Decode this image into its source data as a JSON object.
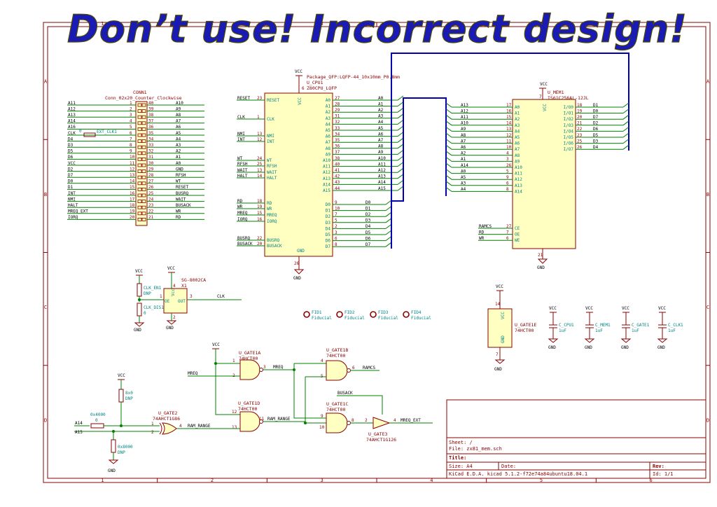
{
  "title_warning": "Don’t use! Incorrect design!",
  "border": {
    "cols": [
      "1",
      "2",
      "3",
      "4",
      "5",
      "6"
    ],
    "rows": [
      "A",
      "B",
      "C",
      "D"
    ]
  },
  "title_block": {
    "sheet": "Sheet: /",
    "file": "File: zx81_mem.sch",
    "title": "Title:",
    "size": "Size: A4",
    "date": "Date:",
    "rev": "Rev:",
    "kicad": "KiCad E.D.A.  kicad 5.1.2-f72e74a84ubuntu18.04.1",
    "id": "Id: 1/1"
  },
  "cpu": {
    "ref": "U_CPU1",
    "value": "Z80CPU_LQFP",
    "footprint": "Package_QFP:LQFP-44_10x10mm_P0.8mm",
    "vcc": "VCC",
    "gnd": "GND",
    "left_pins": [
      {
        "net": "RESET",
        "num": "23",
        "name": "RESET"
      },
      {
        "net": "CLK",
        "num": "1",
        "name": "CLK"
      },
      {
        "net": "NMI",
        "num": "13",
        "name": "NMI"
      },
      {
        "net": "INT",
        "num": "12",
        "name": "INT"
      },
      {
        "net": "WT",
        "num": "24",
        "name": "WT"
      },
      {
        "net": "RFSH",
        "num": "25",
        "name": "RFSH"
      },
      {
        "net": "WAIT",
        "num": "13",
        "name": "WAIT"
      },
      {
        "net": "HALT",
        "num": "14",
        "name": "HALT"
      },
      {
        "net": "RD",
        "num": "18",
        "name": "RD"
      },
      {
        "net": "WR",
        "num": "19",
        "name": "WR"
      },
      {
        "net": "MREQ",
        "num": "15",
        "name": "MREQ"
      },
      {
        "net": "IORQ",
        "num": "16",
        "name": "IORQ"
      },
      {
        "net": "BUSRQ",
        "num": "22",
        "name": "BUSRQ"
      },
      {
        "net": "BUSACK",
        "num": "20",
        "name": "BUSACK"
      }
    ],
    "addr_pins": [
      {
        "name": "A0",
        "num": "27",
        "net": "A0"
      },
      {
        "name": "A1",
        "num": "28",
        "net": "A1"
      },
      {
        "name": "A2",
        "num": "29",
        "net": "A2"
      },
      {
        "name": "A3",
        "num": "31",
        "net": "A3"
      },
      {
        "name": "A4",
        "num": "32",
        "net": "A4"
      },
      {
        "name": "A5",
        "num": "33",
        "net": "A5"
      },
      {
        "name": "A6",
        "num": "34",
        "net": "A6"
      },
      {
        "name": "A7",
        "num": "35",
        "net": "A7"
      },
      {
        "name": "A8",
        "num": "36",
        "net": "A8"
      },
      {
        "name": "A9",
        "num": "37",
        "net": "A9"
      },
      {
        "name": "A10",
        "num": "38",
        "net": "A10"
      },
      {
        "name": "A11",
        "num": "40",
        "net": "A11"
      },
      {
        "name": "A12",
        "num": "41",
        "net": "A12"
      },
      {
        "name": "A13",
        "num": "42",
        "net": "A13"
      },
      {
        "name": "A14",
        "num": "43",
        "net": "A14"
      },
      {
        "name": "A15",
        "num": "44",
        "net": "A15"
      }
    ],
    "data_pins": [
      {
        "name": "D0",
        "num": "9",
        "net": "D0"
      },
      {
        "name": "D1",
        "num": "10",
        "net": "D1"
      },
      {
        "name": "D2",
        "num": "7",
        "net": "D2"
      },
      {
        "name": "D3",
        "num": "5",
        "net": "D3"
      },
      {
        "name": "D4",
        "num": "2",
        "net": "D4"
      },
      {
        "name": "D5",
        "num": "3",
        "net": "D5"
      },
      {
        "name": "D6",
        "num": "6",
        "net": "D6"
      },
      {
        "name": "D7",
        "num": "8",
        "net": "D7"
      }
    ],
    "vcc_pin": "6",
    "gnd_pin": "26"
  },
  "mem": {
    "ref": "U_MEM1",
    "value": "IS61C256AL-12JL",
    "vcc": "VCC",
    "gnd": "GND",
    "addr_pins": [
      {
        "net": "A13",
        "num": "17",
        "name": "A0"
      },
      {
        "net": "A12",
        "num": "16",
        "name": "A1"
      },
      {
        "net": "A11",
        "num": "15",
        "name": "A2"
      },
      {
        "net": "A10",
        "num": "14",
        "name": "A3"
      },
      {
        "net": "A9",
        "num": "13",
        "name": "A4"
      },
      {
        "net": "A8",
        "num": "12",
        "name": "A5"
      },
      {
        "net": "A7",
        "num": "11",
        "name": "A6"
      },
      {
        "net": "A6",
        "num": "10",
        "name": "A7"
      },
      {
        "net": "A2",
        "num": "4",
        "name": "A8"
      },
      {
        "net": "A1",
        "num": "3",
        "name": "A9"
      },
      {
        "net": "A14",
        "num": "26",
        "name": "A10"
      },
      {
        "net": "A0",
        "num": "5",
        "name": "A11"
      },
      {
        "net": "A5",
        "num": "9",
        "name": "A12"
      },
      {
        "net": "A3",
        "num": "6",
        "name": "A13"
      },
      {
        "net": "A4",
        "num": "8",
        "name": "A14"
      }
    ],
    "ctrl_pins": [
      {
        "net": "RAMCS",
        "num": "27",
        "name": "CE"
      },
      {
        "net": "RD",
        "num": "7",
        "name": "OE"
      },
      {
        "net": "WR",
        "num": "6",
        "name": "WE"
      }
    ],
    "io_pins": [
      {
        "name": "I/O0",
        "num": "18",
        "net": "D1"
      },
      {
        "name": "I/O1",
        "num": "19",
        "net": "D0"
      },
      {
        "name": "I/O2",
        "num": "20",
        "net": "D7"
      },
      {
        "name": "I/O3",
        "num": "21",
        "net": "D2"
      },
      {
        "name": "I/O4",
        "num": "22",
        "net": "D6"
      },
      {
        "name": "I/O5",
        "num": "23",
        "net": "D5"
      },
      {
        "name": "I/O6",
        "num": "25",
        "net": "D3"
      },
      {
        "name": "I/O7",
        "num": "26",
        "net": "D4"
      }
    ],
    "vcc_pin": "7",
    "gnd_pin": "21"
  },
  "conn": {
    "ref": "CONN1",
    "value": "Conn_02x20_Counter_Clockwise",
    "left": [
      {
        "net": "A11",
        "num": "1"
      },
      {
        "net": "A12",
        "num": "2"
      },
      {
        "net": "A13",
        "num": "3"
      },
      {
        "net": "A14",
        "num": "4"
      },
      {
        "net": "A16",
        "num": "5"
      },
      {
        "net": "CLK",
        "num": "6"
      },
      {
        "net": "D4",
        "num": "7"
      },
      {
        "net": "D3",
        "num": "8"
      },
      {
        "net": "D5",
        "num": "9"
      },
      {
        "net": "D6",
        "num": "10"
      },
      {
        "net": "VCC",
        "num": "11"
      },
      {
        "net": "D2",
        "num": "12"
      },
      {
        "net": "D7",
        "num": "13"
      },
      {
        "net": "D0",
        "num": "14"
      },
      {
        "net": "D1",
        "num": "15"
      },
      {
        "net": "INT",
        "num": "16"
      },
      {
        "net": "NMI",
        "num": "17"
      },
      {
        "net": "HALT",
        "num": "18"
      },
      {
        "net": "MREQ_EXT",
        "num": "19"
      },
      {
        "net": "IORQ",
        "num": "20"
      }
    ],
    "right": [
      {
        "num": "40",
        "net": "A10"
      },
      {
        "num": "39",
        "net": "A9"
      },
      {
        "num": "38",
        "net": "A8"
      },
      {
        "num": "37",
        "net": "A7"
      },
      {
        "num": "36",
        "net": "A6"
      },
      {
        "num": "35",
        "net": "A5"
      },
      {
        "num": "34",
        "net": "A4"
      },
      {
        "num": "33",
        "net": "A3"
      },
      {
        "num": "32",
        "net": "A2"
      },
      {
        "num": "31",
        "net": "A1"
      },
      {
        "num": "30",
        "net": "A0"
      },
      {
        "num": "29",
        "net": "GND"
      },
      {
        "num": "28",
        "net": "RFSH"
      },
      {
        "num": "27",
        "net": "WT"
      },
      {
        "num": "26",
        "net": "RESET"
      },
      {
        "num": "25",
        "net": "BUSRQ"
      },
      {
        "num": "24",
        "net": "WAIT"
      },
      {
        "num": "23",
        "net": "BUSACK"
      },
      {
        "num": "22",
        "net": "WR"
      },
      {
        "num": "21",
        "net": "RD"
      }
    ],
    "ext_clk_ref": "EXT_CLK1",
    "ext_clk_val": "0"
  },
  "osc": {
    "ref": "X1",
    "value": "SG-8002CA",
    "pin_oe": "OE",
    "pin_out": "OUT",
    "pin_vcc": "Vcc",
    "n1": "1",
    "n3": "3",
    "n4": "4",
    "n2": "2",
    "out_net": "CLK",
    "r1_ref": "CLK_EN1",
    "r1_val": "DNP",
    "r2_ref": "CLK_DIS1",
    "r2_val": "0"
  },
  "fiducials": [
    {
      "ref": "FID1",
      "val": "Fiducial"
    },
    {
      "ref": "FID2",
      "val": "Fiducial"
    },
    {
      "ref": "FID3",
      "val": "Fiducial"
    },
    {
      "ref": "FID4",
      "val": "Fiducial"
    }
  ],
  "gate_power": {
    "ref": "U_GATE1E",
    "value": "74HCT00",
    "vcc_pin": "14",
    "gnd_pin": "7",
    "vcc_name": "VCC",
    "gnd_name": "GND"
  },
  "caps": [
    {
      "ref": "C_CPU1",
      "val": "1uF"
    },
    {
      "ref": "C_MEM1",
      "val": "1uF"
    },
    {
      "ref": "C_GATE1",
      "val": "1uF"
    },
    {
      "ref": "C_CLK1",
      "val": "1uF"
    }
  ],
  "gates": {
    "a": {
      "ref": "U_GATE1A",
      "value": "74HCT00",
      "in1": "1",
      "in2": "2",
      "out": "3",
      "in1_net": "",
      "in2_net": "MREQ",
      "out_net": "MREQ"
    },
    "b": {
      "ref": "U_GATE1B",
      "value": "74HCT00",
      "in1": "4",
      "in2": "5",
      "out": "6",
      "out_net": "RAMCS"
    },
    "c": {
      "ref": "U_GATE1C",
      "value": "74HCT00",
      "in1": "9",
      "in2": "10",
      "out": "8",
      "in1_net": "BUSACK"
    },
    "d": {
      "ref": "U_GATE1D",
      "value": "74HCT00",
      "in1": "12",
      "in2": "13",
      "out": "11",
      "out_net": "RAM_RANGE"
    },
    "or": {
      "ref": "U_GATE2",
      "value": "74AHCT1G86",
      "in1": "1",
      "in2": "2",
      "out": "4",
      "out_net": "RAM_RANGE"
    },
    "buf": {
      "ref": "U_GATE3",
      "value": "74AHCT1G126",
      "in": "2",
      "out": "4",
      "out_net": "MREQ_EXT"
    }
  },
  "addr_sel": {
    "a14": "A14",
    "a15": "A15",
    "r_a_ref": "0x4000",
    "r_a_val": "0",
    "r_b_ref": "8x0",
    "r_b_val": "DNP",
    "r_c_ref": "0x8000",
    "r_c_val": "DNP"
  },
  "labels": {
    "vcc": "VCC",
    "gnd": "GND"
  }
}
